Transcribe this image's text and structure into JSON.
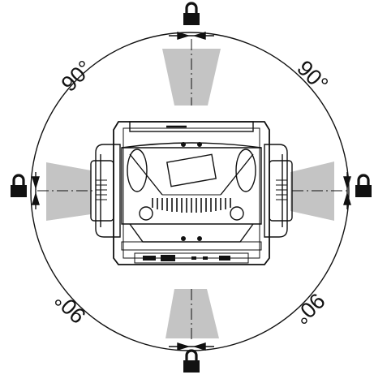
{
  "diagram": {
    "angle_labels": {
      "top_left": "90°",
      "top_right": "90°",
      "bottom_left": "90°",
      "bottom_right": "90°"
    },
    "lock_positions": [
      "top",
      "right",
      "bottom",
      "left"
    ],
    "icons": {
      "lock": "lock-icon"
    },
    "colors": {
      "stroke": "#111111",
      "zone_fill": "#c4c4c4",
      "background": "#ffffff"
    }
  }
}
